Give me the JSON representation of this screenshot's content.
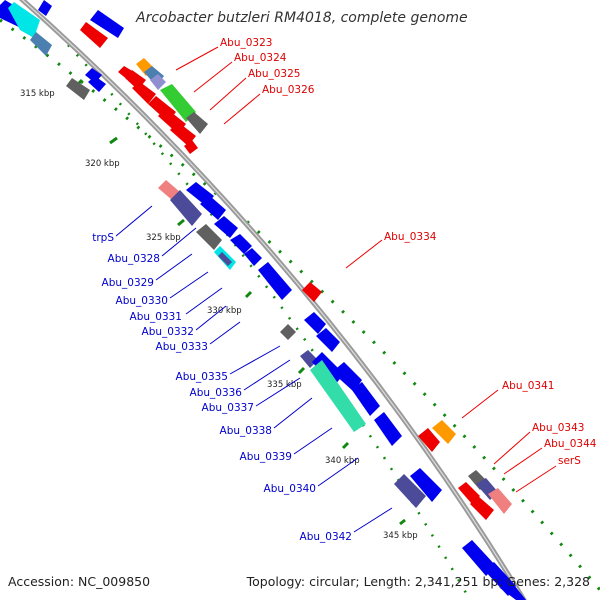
{
  "title": "Arcobacter butzleri RM4018, complete genome",
  "accession": "Accession: NC_009850",
  "topology": "Topology: circular; Length: 2,341,251 bp; Genes: 2,328",
  "colors": {
    "forward_cds": "#0000ee",
    "reverse_cds": "#ee0000",
    "forward_label": "#0000cc",
    "reverse_label": "#dd0000",
    "backbone": "#8c8c8c",
    "tick_marks": "#11880f",
    "rna_pink": "#f08080",
    "trna_gray": "#606060",
    "orange": "#ff9900",
    "green": "#33cc33",
    "cyan": "#00e6e6",
    "teal": "#33ddaa",
    "purple": "#4b4b9a",
    "steel": "#4a7fb0"
  },
  "ticks": [
    {
      "label": "315 kbp"
    },
    {
      "label": "320 kbp"
    },
    {
      "label": "325 kbp"
    },
    {
      "label": "330 kbp"
    },
    {
      "label": "335 kbp"
    },
    {
      "label": "340 kbp"
    },
    {
      "label": "345 kbp"
    }
  ],
  "reverse_labels": [
    "Abu_0323",
    "Abu_0324",
    "Abu_0325",
    "Abu_0326",
    "Abu_0334",
    "Abu_0341",
    "Abu_0343",
    "Abu_0344",
    "serS"
  ],
  "forward_labels": [
    "trpS",
    "Abu_0328",
    "Abu_0329",
    "Abu_0330",
    "Abu_0331",
    "Abu_0332",
    "Abu_0333",
    "Abu_0335",
    "Abu_0336",
    "Abu_0337",
    "Abu_0338",
    "Abu_0339",
    "Abu_0340",
    "Abu_0342"
  ]
}
